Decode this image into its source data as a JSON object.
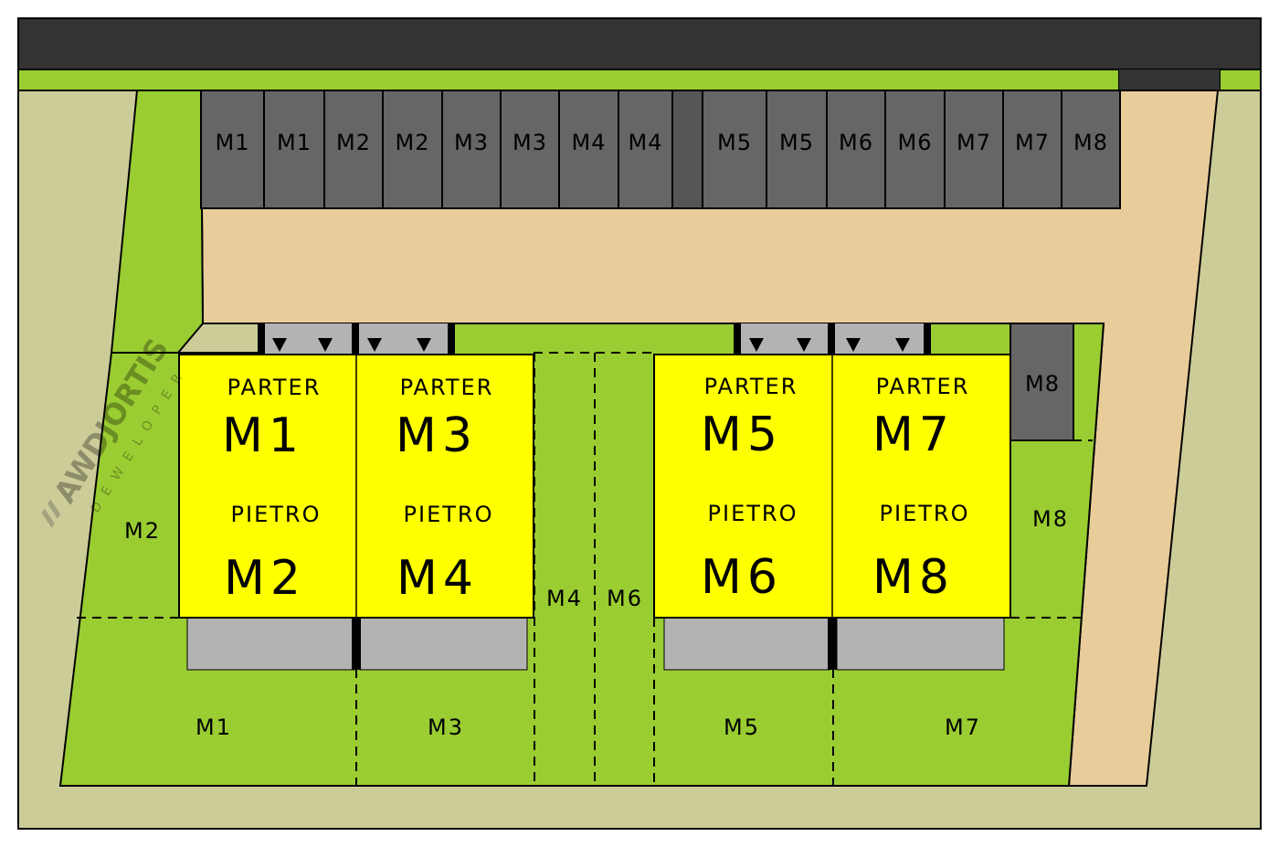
{
  "colors": {
    "road": "#333333",
    "green": "#9acd32",
    "sand": "#e8cc9a",
    "khaki": "#cccc99",
    "garage": "#666666",
    "house": "#ffff00",
    "terrace": "#b3b3b3",
    "line": "#000000"
  },
  "parking_strip": [
    "M1",
    "M1",
    "M2",
    "M2",
    "M3",
    "M3",
    "M4",
    "M4",
    "M5",
    "M5",
    "M6",
    "M6",
    "M7",
    "M7",
    "M8"
  ],
  "garage_m8": "M8",
  "units": [
    {
      "floor1": "PARTER",
      "unit1": "M1",
      "floor2": "PIETRO",
      "unit2": "M2"
    },
    {
      "floor1": "PARTER",
      "unit1": "M3",
      "floor2": "PIETRO",
      "unit2": "M4"
    },
    {
      "floor1": "PARTER",
      "unit1": "M5",
      "floor2": "PIETRO",
      "unit2": "M6"
    },
    {
      "floor1": "PARTER",
      "unit1": "M7",
      "floor2": "PIETRO",
      "unit2": "M8"
    }
  ],
  "gardens": {
    "left": "M2",
    "right": "M8",
    "middle_left": "M4",
    "middle_right": "M6",
    "bottom": [
      "M1",
      "M3",
      "M5",
      "M7"
    ]
  },
  "watermark": {
    "brand": "AWDJORTIS",
    "sub": "DEWELOPER"
  }
}
